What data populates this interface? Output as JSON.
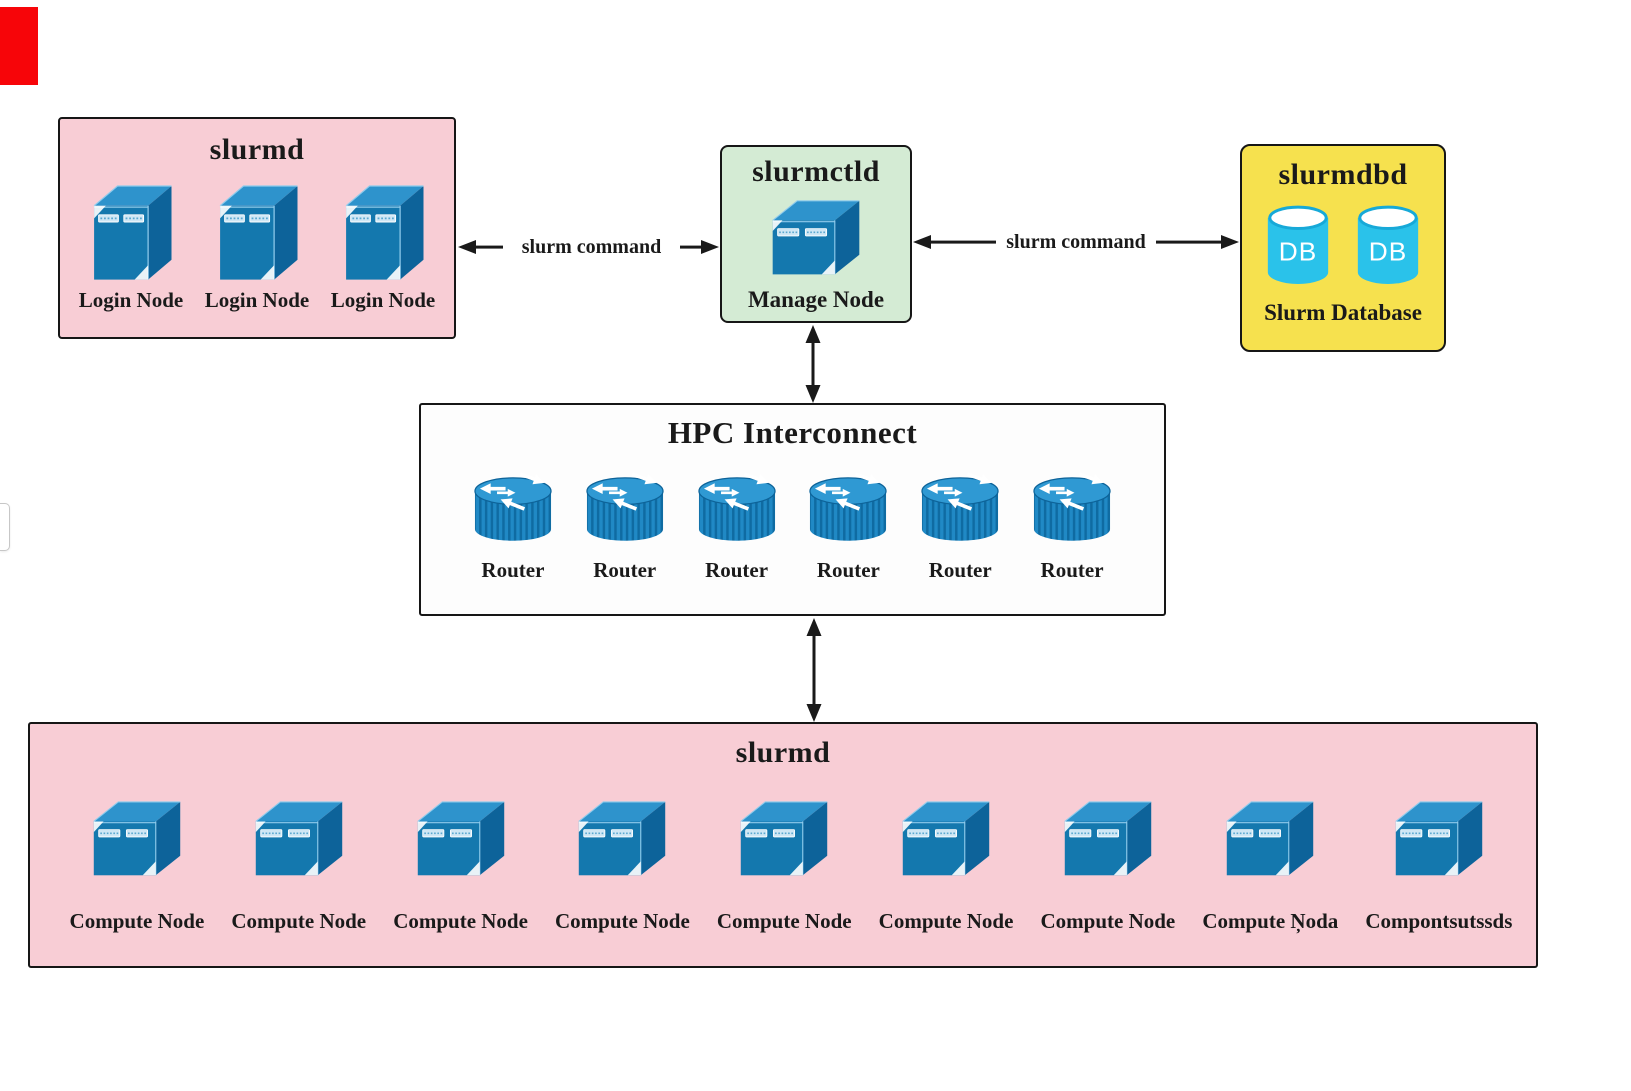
{
  "colors": {
    "pink": "#f8cdd5",
    "green": "#d4ebd4",
    "yellow": "#f6e14e",
    "panel": "#fdfdfd",
    "ink": "#1a1a1a",
    "red-marker": "#f70509",
    "server-front": "#1478ae",
    "server-top": "#2e93cc",
    "server-side": "#0d639a",
    "router-blue": "#2089c5",
    "router-top": "#2f99d3",
    "db-cyan": "#2ac2ea"
  },
  "login_box": {
    "title": "slurmd",
    "nodes": [
      "Login Node",
      "Login Node",
      "Login Node"
    ]
  },
  "manage_box": {
    "title": "slurmctld",
    "node_label": "Manage Node"
  },
  "db_box": {
    "title": "slurmdbd",
    "db_label": "DB",
    "caption": "Slurm Database"
  },
  "interconnect_box": {
    "title": "HPC Interconnect",
    "routers": [
      "Router",
      "Router",
      "Router",
      "Router",
      "Router",
      "Router"
    ]
  },
  "compute_box": {
    "title": "slurmd",
    "nodes": [
      "Compute Node",
      "Compute Node",
      "Compute Node",
      "Compute Node",
      "Compute Node",
      "Compute Node",
      "Compute Node",
      "Compute Ņoda",
      "Compontsutssds"
    ]
  },
  "links": {
    "left_command_label": "slurm command",
    "right_command_label": "slurm command"
  }
}
